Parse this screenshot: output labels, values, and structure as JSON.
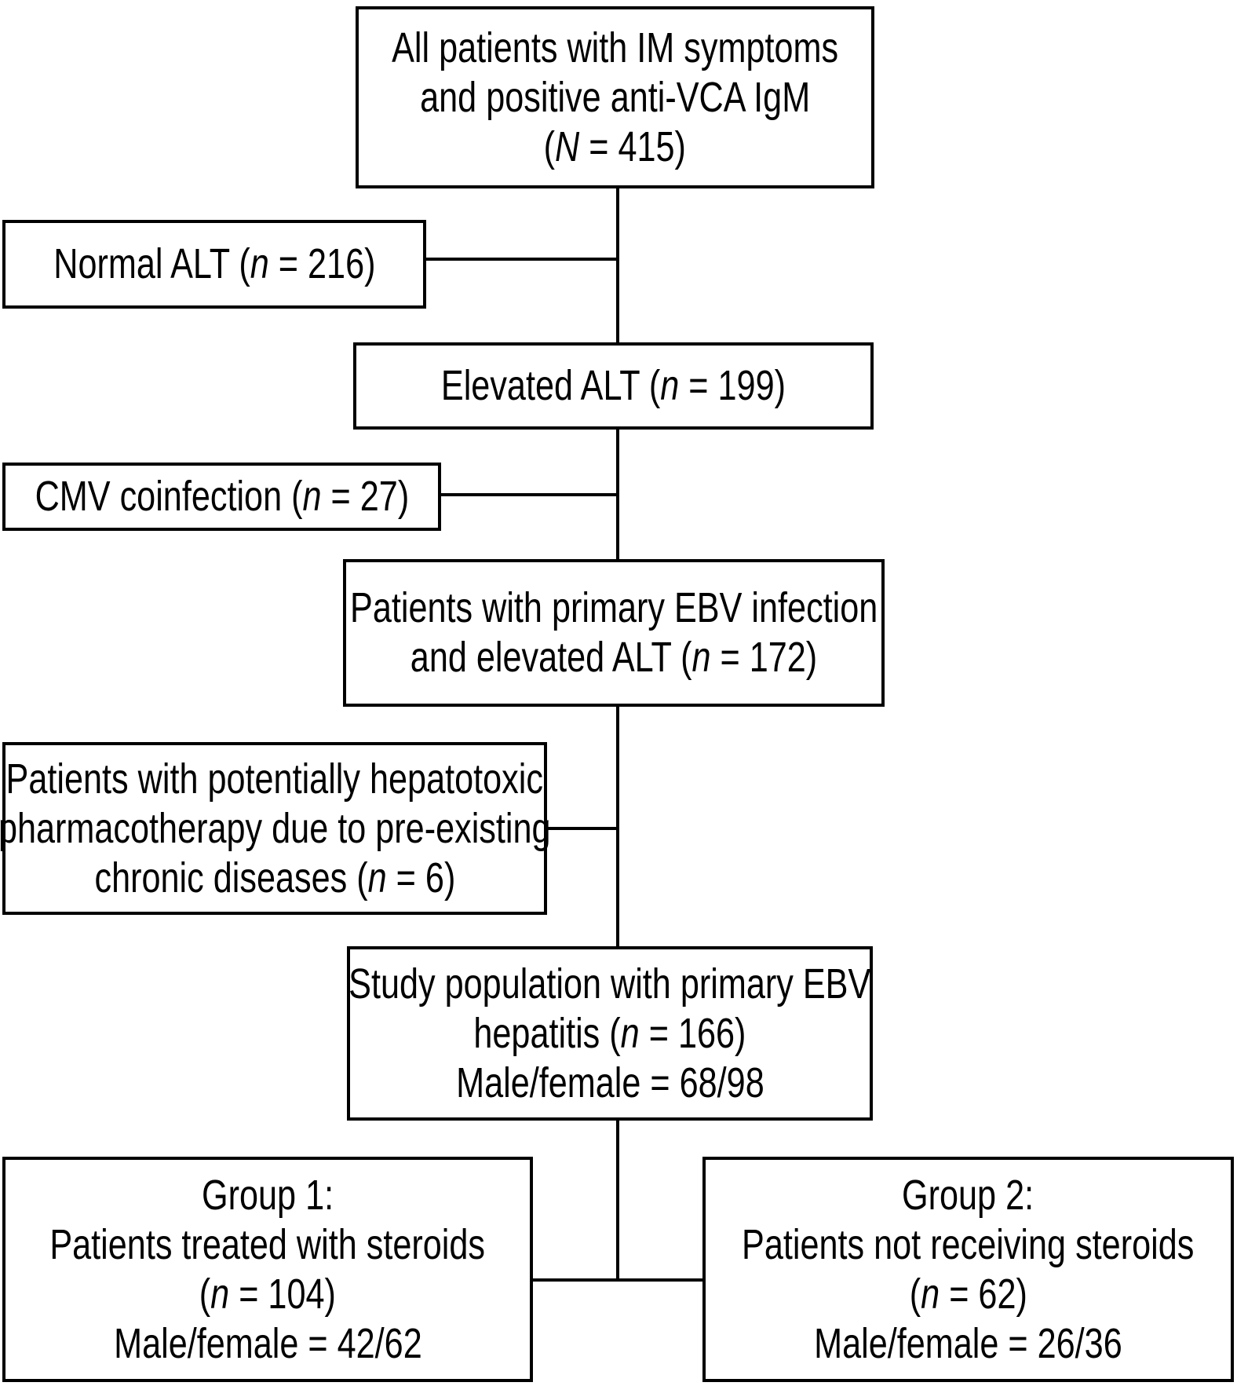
{
  "diagram": {
    "type": "flowchart",
    "background_color": "#ffffff",
    "line_color": "#000000",
    "boxes": {
      "all_patients": {
        "lines": [
          {
            "pre": "All patients with IM symptoms"
          },
          {
            "pre": "and positive anti-VCA IgM"
          },
          {
            "pre": "(",
            "var": "N",
            "suf": " = 415)"
          }
        ]
      },
      "normal_alt": {
        "lines": [
          {
            "pre": "Normal ALT (",
            "var": "n",
            "suf": " = 216)"
          }
        ]
      },
      "elevated_alt": {
        "lines": [
          {
            "pre": "Elevated ALT (",
            "var": "n",
            "suf": " = 199)"
          }
        ]
      },
      "cmv": {
        "lines": [
          {
            "pre": "CMV coinfection (",
            "var": "n",
            "suf": " = 27)"
          }
        ]
      },
      "ebv": {
        "lines": [
          {
            "pre": "Patients with primary EBV infection"
          },
          {
            "pre": "and elevated ALT (",
            "var": "n",
            "suf": " = 172)"
          }
        ]
      },
      "hepatotoxic": {
        "lines": [
          {
            "pre": "Patients with potentially hepatotoxic"
          },
          {
            "pre": "pharmacotherapy due to pre-existing"
          },
          {
            "pre": "chronic diseases (",
            "var": "n",
            "suf": " = 6)"
          }
        ]
      },
      "study": {
        "lines": [
          {
            "pre": "Study population with primary EBV"
          },
          {
            "pre": "hepatitis (",
            "var": "n",
            "suf": " = 166)"
          },
          {
            "pre": "Male/female = 68/98"
          }
        ]
      },
      "group1": {
        "lines": [
          {
            "pre": "Group 1:"
          },
          {
            "pre": "Patients treated with steroids"
          },
          {
            "pre": "(",
            "var": "n",
            "suf": " = 104)"
          },
          {
            "pre": "Male/female = 42/62"
          }
        ]
      },
      "group2": {
        "lines": [
          {
            "pre": "Group 2:"
          },
          {
            "pre": "Patients not receiving steroids"
          },
          {
            "pre": "(",
            "var": "n",
            "suf": " = 62)"
          },
          {
            "pre": "Male/female = 26/36"
          }
        ]
      }
    }
  }
}
